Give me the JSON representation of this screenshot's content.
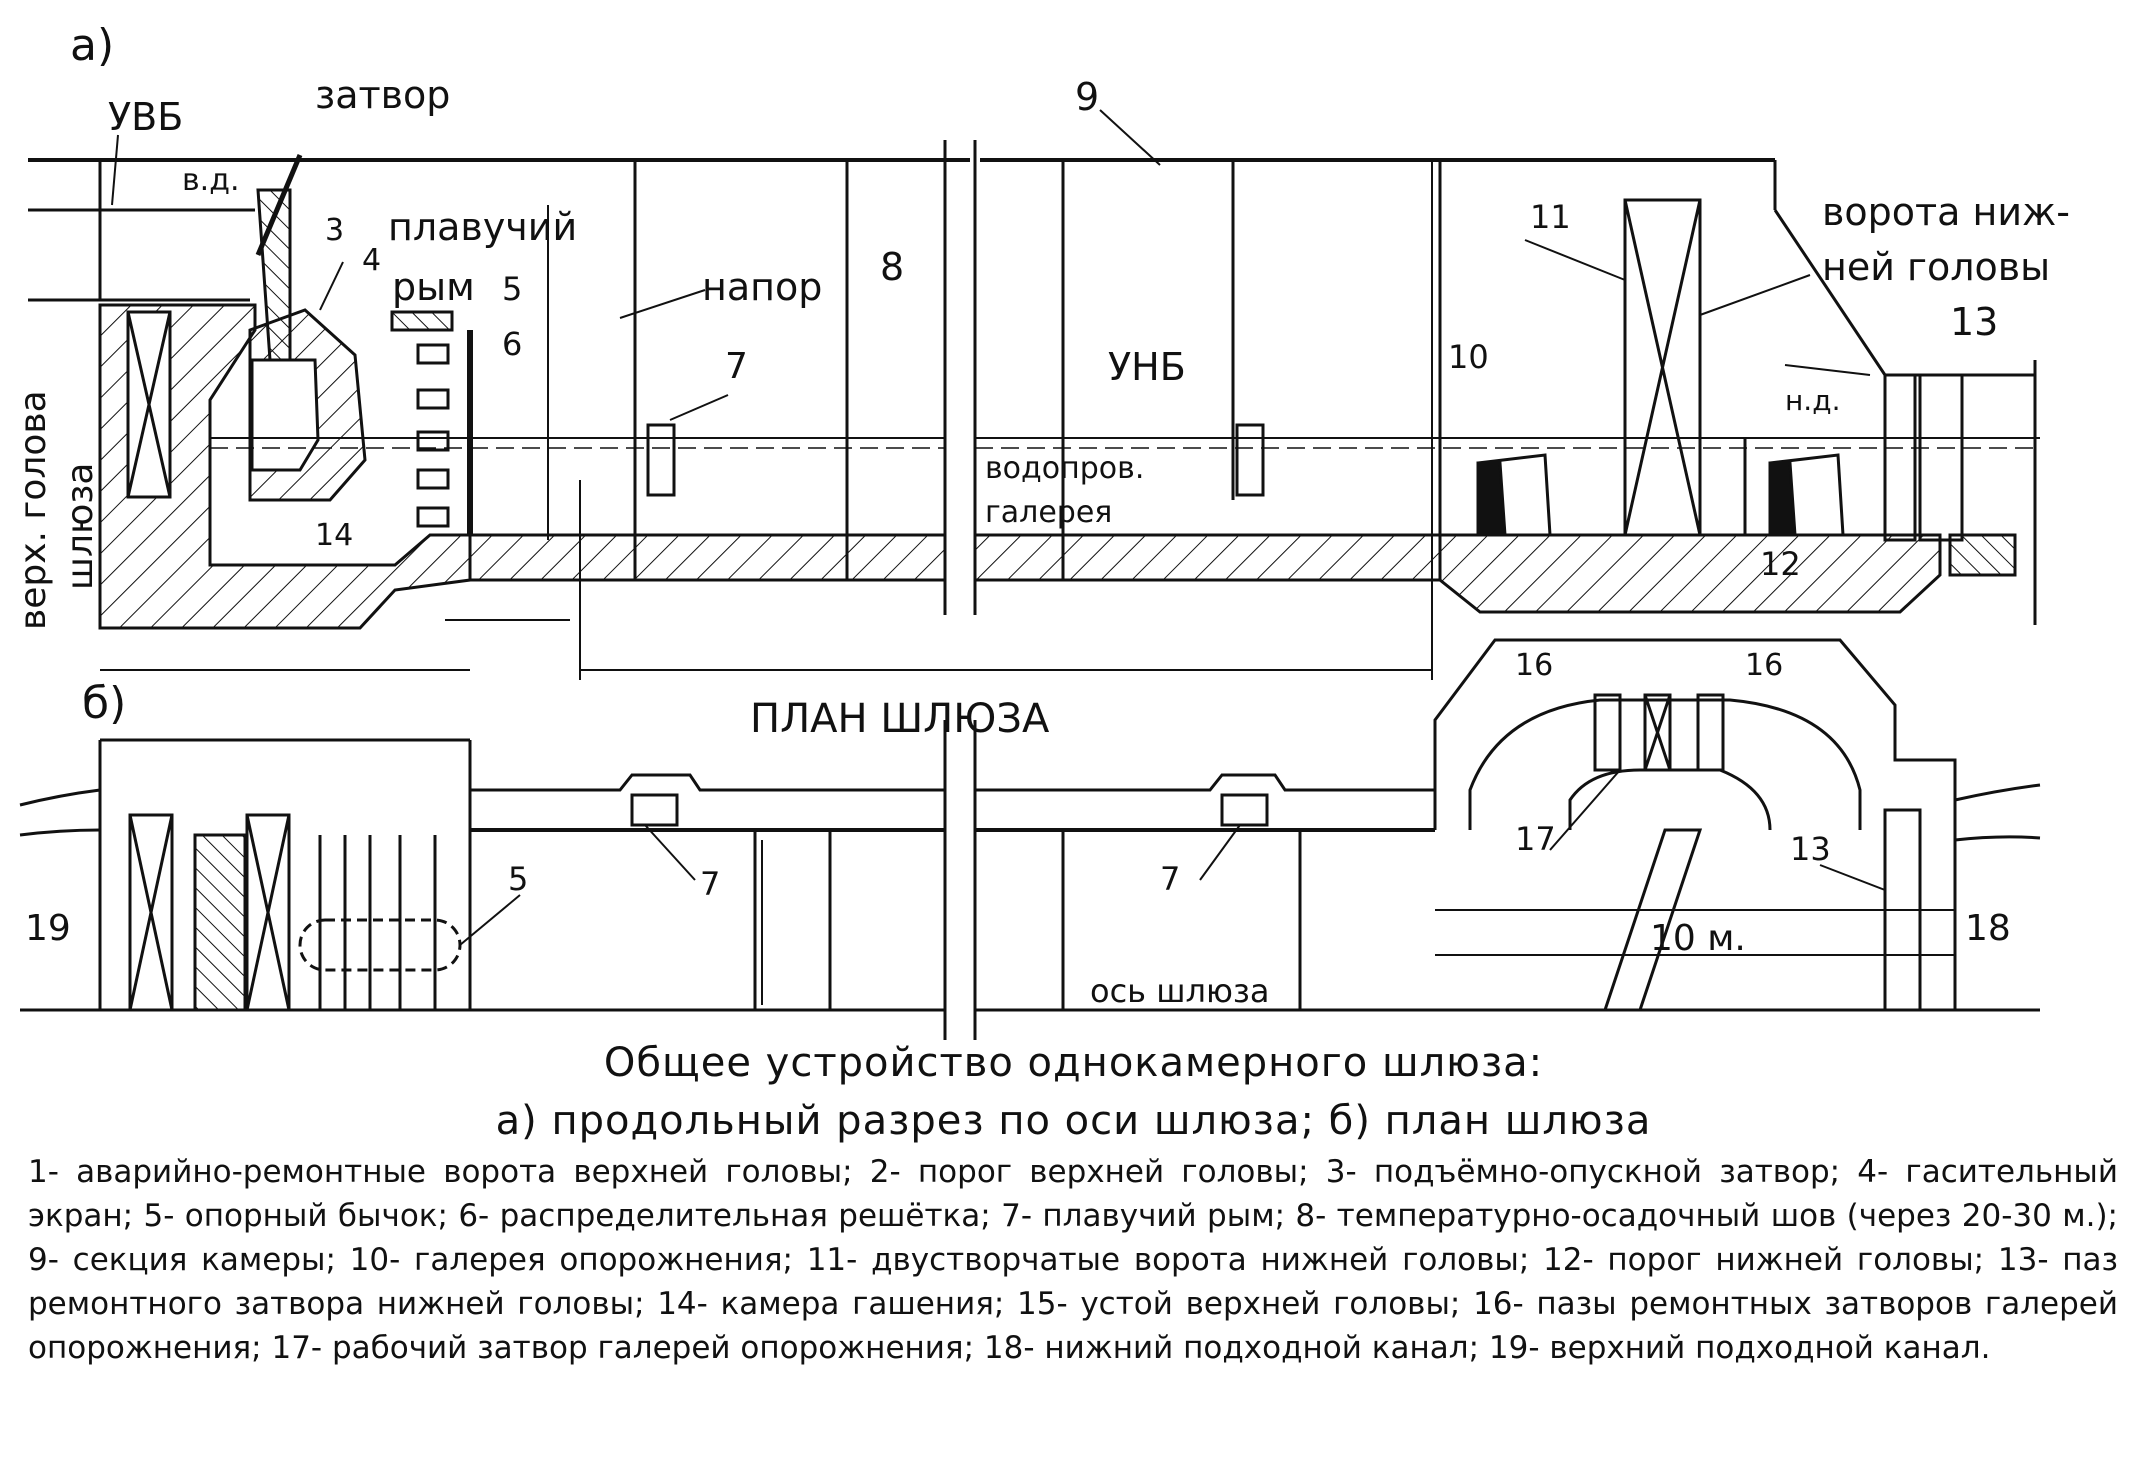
{
  "section_a": {
    "marker": "а)",
    "labels": {
      "uvb": "УВБ",
      "zatvor": "затвор",
      "vd": "в.д.",
      "n3": "3",
      "n4": "4",
      "n5": "5",
      "n6": "6",
      "n7": "7",
      "n8": "8",
      "n9": "9",
      "n10": "10",
      "n11": "11",
      "n12": "12",
      "n13": "13",
      "n14": "14",
      "plav1": "плавучий",
      "plav2": "рым",
      "napor": "напор",
      "unb": "УНБ",
      "nd": "н.д.",
      "vodoprov": "водопров.",
      "galereya": "галерея",
      "vorota1": "ворота ниж-",
      "vorota2": "ней головы",
      "side1": "верх. голова",
      "side2": "шлюза"
    }
  },
  "section_b": {
    "marker": "б)",
    "title": "ПЛАН ШЛЮЗА",
    "labels": {
      "n5": "5",
      "n7a": "7",
      "n7b": "7",
      "n13": "13",
      "n16a": "16",
      "n16b": "16",
      "n17": "17",
      "n18": "18",
      "n19": "19",
      "dim": "10 м.",
      "os": "ось шлюза"
    }
  },
  "caption": {
    "line1": "Общее устройство однокамерного шлюза:",
    "line2": "а) продольный разрез по оси шлюза;   б) план шлюза"
  },
  "legend": "1- аварийно-ремонтные ворота верхней головы; 2- порог верхней головы; 3- подъёмно-опускной затвор; 4- гасительный экран; 5- опорный бычок; 6- распределительная решётка; 7- плавучий рым; 8- температурно-осадочный шов (через 20-30 м.); 9- секция камеры; 10- галерея опорожнения; 11- двустворчатые ворота нижней головы; 12- порог нижней головы; 13- паз ремонтного затвора нижней головы; 14- камера гашения; 15- устой верхней головы; 16- пазы ремонтных затворов галерей опорожнения; 17- рабочий затвор галерей опорожнения; 18- нижний подходной канал; 19- верхний подходной канал.",
  "colors": {
    "ink": "#111111",
    "paper": "#ffffff"
  }
}
